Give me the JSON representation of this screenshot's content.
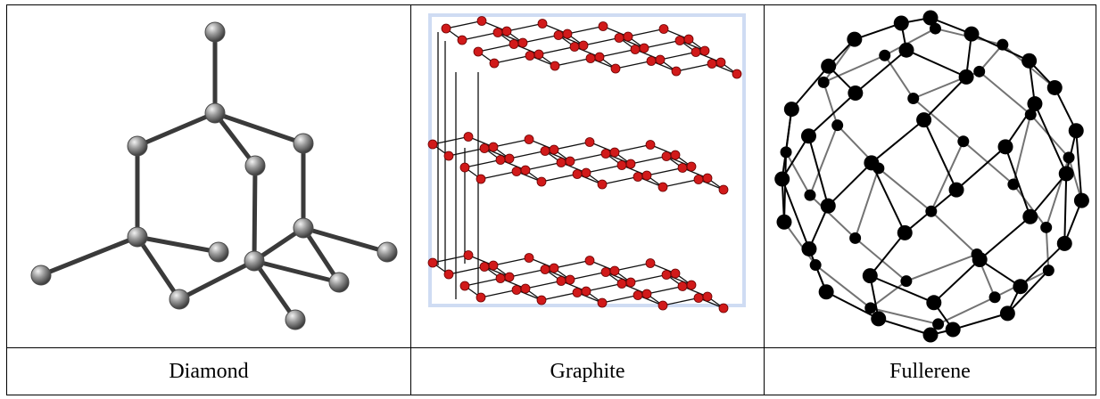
{
  "table": {
    "labels": {
      "diamond": "Diamond",
      "graphite": "Graphite",
      "fullerene": "Fullerene"
    }
  },
  "colors": {
    "diamond_atom": "#8a8a8a",
    "graphite_atom": "#d11a1a",
    "fullerene_atom": "#000000",
    "graphite_frame": "#cfdcf3"
  }
}
